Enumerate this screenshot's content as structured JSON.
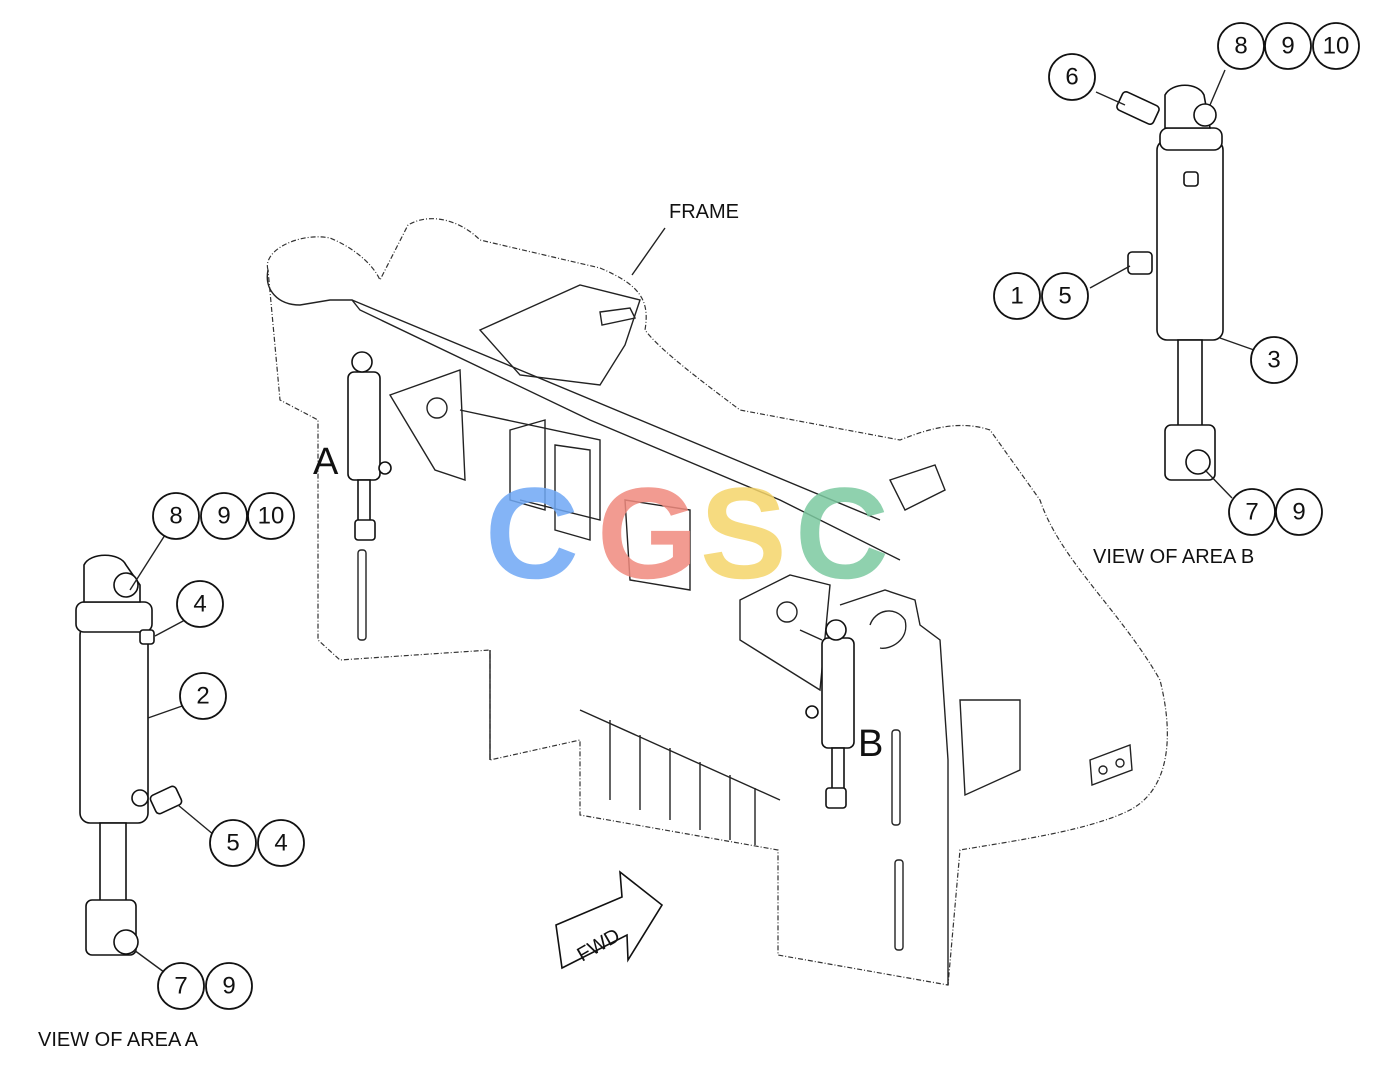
{
  "labels": {
    "frame": "FRAME",
    "area_a_letter": "A",
    "area_b_letter": "B",
    "view_a": "VIEW  OF AREA A",
    "view_b": "VIEW  OF AREA B",
    "fwd": "FWD"
  },
  "watermark": {
    "letters": [
      "C",
      "G",
      "S",
      "C"
    ],
    "colors": [
      "#6fa8f5",
      "#f08a7e",
      "#f5d56a",
      "#7cc9a0"
    ]
  },
  "callouts": {
    "a_top": [
      "8",
      "9",
      "10"
    ],
    "a_4": "4",
    "a_2": "2",
    "a_54": [
      "5",
      "4"
    ],
    "a_79": [
      "7",
      "9"
    ],
    "b_top": [
      "8",
      "9",
      "10"
    ],
    "b_6": "6",
    "b_15": [
      "1",
      "5"
    ],
    "b_3": "3",
    "b_79": [
      "7",
      "9"
    ]
  }
}
